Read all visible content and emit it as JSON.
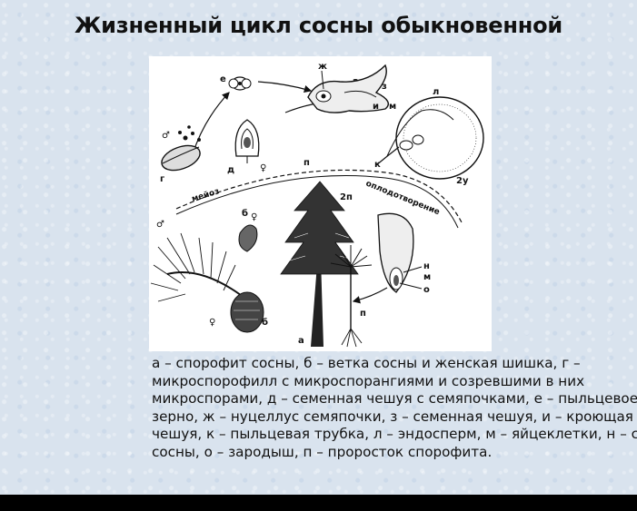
{
  "slide": {
    "title": "Жизненный цикл сосны обыкновенной",
    "caption_lines": [
      "а – спорофит сосны, б – ветка сосны и женская шишка, г –",
      "микроспорофилл с микроспорангиями и созревшими в них",
      "микроспорами, д – семенная чешуя с семяпочками, е – пыльцевое",
      "зерно, ж – нуцеллус семяпочки, з – семенная чешуя, и – кроющая",
      "чешуя, к – пыльцевая трубка, л – эндосперм, м – яйцеклетки, н – семя",
      "сосны, о – зародыш, п – проросток спорофита."
    ]
  },
  "diagram": {
    "arc_labels": {
      "meiosis": "мейоз",
      "fertilization": "оплодотворение"
    },
    "ploidy_labels": {
      "haploid": "п",
      "diploid": "2п",
      "gametophyte_left": "2у",
      "gametophyte_right": "2у"
    },
    "sex_symbols": {
      "male": "♂",
      "female": "♀"
    },
    "letters": {
      "a": "а",
      "b": "б",
      "g": "г",
      "d": "д",
      "e": "е",
      "zh": "ж",
      "z": "з",
      "i": "и",
      "k": "к",
      "l": "л",
      "m": "м",
      "n": "н",
      "o": "о",
      "p": "п"
    }
  }
}
